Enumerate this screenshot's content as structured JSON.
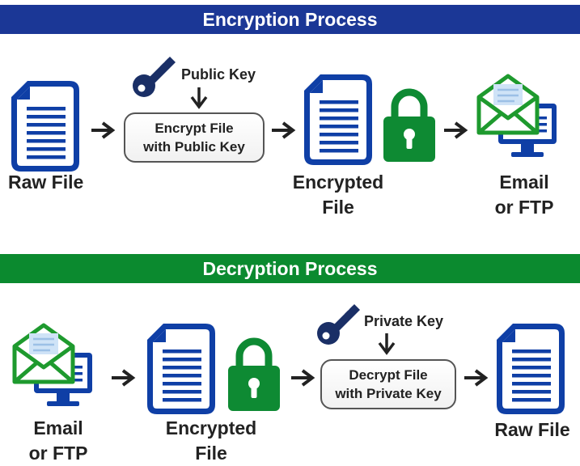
{
  "colors": {
    "encryption_banner": "#1b3796",
    "decryption_banner": "#0b8a2f",
    "document_blue": "#0f3fa6",
    "lock_green": "#0e8a33",
    "key_navy": "#1a2f66",
    "envelope_green": "#1e9a2e",
    "monitor_blue": "#0f3fa6"
  },
  "encryption": {
    "title": "Encryption Process",
    "raw_file_label": "Raw File",
    "key_label": "Public Key",
    "process_line1": "Encrypt File",
    "process_line2": "with Public Key",
    "encrypted_line1": "Encrypted",
    "encrypted_line2": "File",
    "destination_line1": "Email",
    "destination_line2": "or FTP"
  },
  "decryption": {
    "title": "Decryption Process",
    "source_line1": "Email",
    "source_line2": "or FTP",
    "encrypted_line1": "Encrypted",
    "encrypted_line2": "File",
    "key_label": "Private Key",
    "process_line1": "Decrypt File",
    "process_line2": "with Private Key",
    "raw_file_label": "Raw File"
  },
  "icons": [
    "document-icon",
    "arrow-right-icon",
    "key-icon",
    "arrow-down-icon",
    "padlock-icon",
    "envelope-icon",
    "monitor-icon"
  ]
}
